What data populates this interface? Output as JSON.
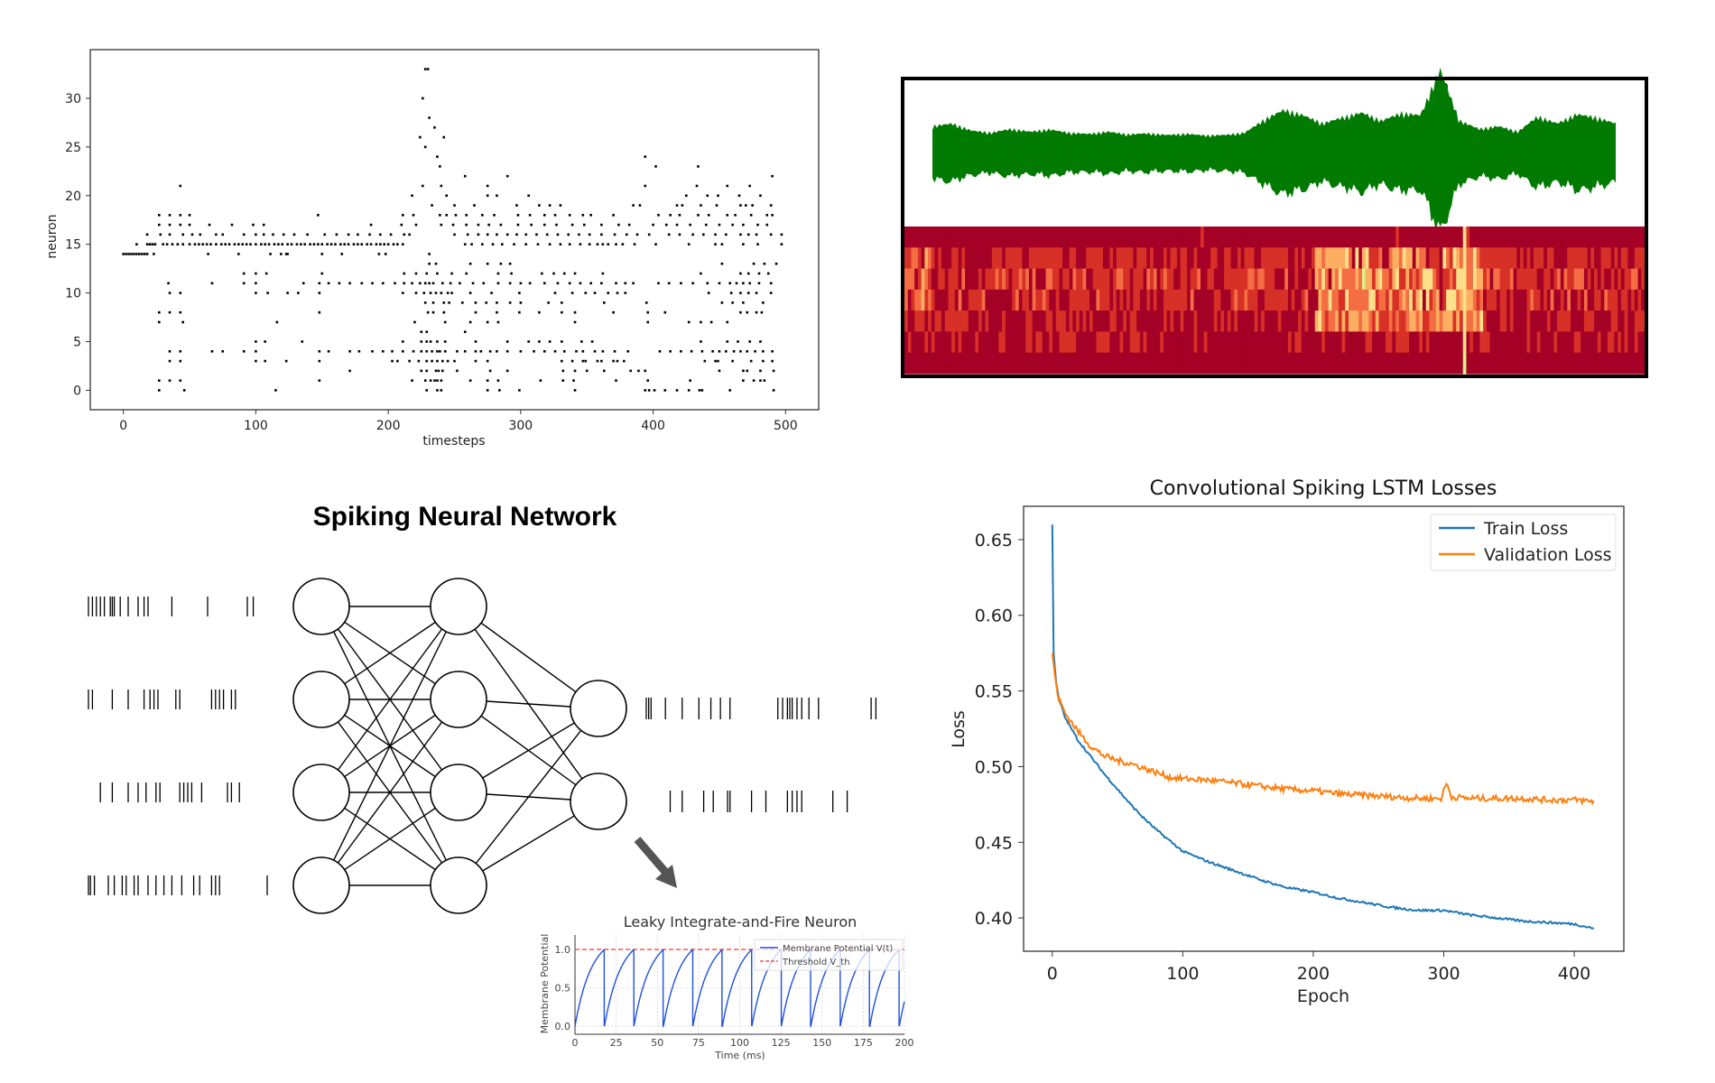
{
  "title": "Spiking Neural Network",
  "colors": {
    "train": "#1f77b4",
    "validation": "#ff7f0e",
    "wave": "#007a00",
    "lif": "#1f4fe0",
    "threshold": "#ff3030",
    "arrow": "#555555"
  },
  "chart_data": [
    {
      "id": "raster",
      "type": "scatter",
      "title": "",
      "xlabel": "timesteps",
      "ylabel": "neuron",
      "xlim": [
        -25,
        525
      ],
      "ylim": [
        -2,
        35
      ],
      "xticks": [
        "0",
        "100",
        "200",
        "300",
        "400",
        "500"
      ],
      "yticks": [
        "0",
        "5",
        "10",
        "15",
        "20",
        "25",
        "30"
      ],
      "spikes_by_neuron": {
        "0": [
          27,
          46,
          115,
          229,
          237,
          240,
          275,
          284,
          299,
          341,
          394,
          397,
          401,
          409,
          418,
          427,
          435,
          437,
          458,
          491
        ],
        "1": [
          27,
          35,
          43,
          148,
          218,
          228,
          232,
          235,
          237,
          240,
          262,
          275,
          283,
          315,
          332,
          340,
          372,
          396,
          428,
          468,
          476,
          481,
          484
        ],
        "2": [
          171,
          225,
          229,
          236,
          238,
          241,
          252,
          277,
          290,
          332,
          341,
          350,
          363,
          383,
          389,
          394,
          450,
          468,
          471,
          481,
          491
        ],
        "3": [
          35,
          43,
          100,
          107,
          123,
          148,
          203,
          207,
          216,
          223,
          229,
          233,
          237,
          241,
          245,
          250,
          266,
          275,
          331,
          339,
          347,
          349,
          358,
          361,
          370,
          373,
          378,
          439,
          447,
          449,
          460,
          474,
          483,
          490
        ],
        "4": [
          35,
          43,
          67,
          75,
          91,
          100,
          148,
          155,
          171,
          178,
          188,
          196,
          203,
          211,
          219,
          225,
          229,
          233,
          237,
          239,
          243,
          252,
          258,
          266,
          270,
          277,
          282,
          290,
          300,
          310,
          318,
          326,
          333,
          342,
          347,
          356,
          362,
          371,
          381,
          405,
          413,
          421,
          429,
          437,
          445,
          450,
          455,
          461,
          466,
          471,
          477,
          483,
          490
        ],
        "5": [
          100,
          107,
          135,
          211,
          225,
          229,
          232,
          237,
          243,
          266,
          290,
          306,
          314,
          322,
          331,
          346,
          354,
          436,
          456,
          464,
          473,
          481
        ],
        "6": [
          225,
          229,
          258
        ],
        "7": [
          27,
          45,
          116,
          220,
          243,
          262,
          275,
          283,
          341,
          396,
          427,
          436,
          444,
          456
        ],
        "8": [
          27,
          35,
          43,
          148,
          230,
          234,
          242,
          266,
          282,
          299,
          314,
          331,
          341,
          370,
          396,
          409,
          466,
          471,
          478,
          482
        ],
        "9": [
          228,
          234,
          242,
          246,
          256,
          266,
          274,
          282,
          292,
          300,
          321,
          331,
          363,
          395,
          452,
          460,
          468,
          483
        ],
        "10": [
          35,
          43,
          100,
          109,
          124,
          132,
          148,
          211,
          221,
          227,
          232,
          236,
          240,
          245,
          248,
          262,
          278,
          299,
          326,
          339,
          349,
          356,
          366,
          373,
          379,
          442,
          459,
          466,
          472,
          478,
          489
        ],
        "11": [
          34,
          67,
          91,
          100,
          136,
          148,
          155,
          163,
          171,
          180,
          188,
          196,
          205,
          212,
          218,
          224,
          228,
          231,
          234,
          241,
          247,
          254,
          264,
          272,
          283,
          292,
          300,
          307,
          318,
          328,
          337,
          345,
          353,
          361,
          372,
          379,
          385,
          404,
          412,
          421,
          430,
          441,
          450,
          458,
          463,
          468,
          473,
          480,
          489
        ],
        "12": [
          91,
          100,
          108,
          150,
          212,
          221,
          229,
          237,
          248,
          259,
          283,
          293,
          316,
          325,
          333,
          341,
          362,
          436,
          466,
          472,
          480,
          487
        ],
        "13": [
          231,
          236,
          262,
          275,
          285,
          292,
          452,
          476,
          484,
          493
        ],
        "14": [
          0,
          2,
          4,
          6,
          8,
          10,
          12,
          14,
          16,
          18,
          23,
          64,
          87,
          111,
          119,
          123,
          124,
          150,
          165,
          193,
          198,
          231
        ],
        "15": [
          10,
          18,
          20,
          22,
          24,
          30,
          33,
          37,
          41,
          45,
          50,
          54,
          57,
          60,
          63,
          66,
          70,
          74,
          77,
          80,
          84,
          87,
          90,
          93,
          96,
          100,
          104,
          107,
          110,
          114,
          117,
          120,
          124,
          127,
          131,
          134,
          137,
          141,
          144,
          147,
          150,
          154,
          157,
          160,
          164,
          167,
          170,
          174,
          177,
          180,
          184,
          187,
          191,
          194,
          197,
          200,
          204,
          207,
          211,
          258,
          263,
          271,
          279,
          286,
          295,
          304,
          313,
          322,
          330,
          337,
          345,
          352,
          358,
          362,
          366,
          372,
          377,
          386,
          402,
          427,
          447,
          452,
          468,
          479,
          497
        ],
        "16": [
          18,
          28,
          35,
          45,
          52,
          58,
          70,
          75,
          91,
          100,
          106,
          113,
          121,
          129,
          139,
          152,
          161,
          170,
          177,
          186,
          194,
          202,
          212,
          216,
          250,
          260,
          268,
          275,
          282,
          290,
          297,
          304,
          312,
          320,
          328,
          336,
          344,
          352,
          361,
          371,
          380,
          388,
          397,
          412,
          420,
          430,
          438,
          447,
          455,
          466,
          472,
          478,
          489,
          497
        ],
        "17": [
          27,
          35,
          43,
          50,
          65,
          82,
          98,
          106,
          187,
          210,
          221,
          240,
          249,
          259,
          268,
          276,
          285,
          298,
          308,
          318,
          327,
          339,
          348,
          361,
          374,
          382,
          400,
          410,
          418,
          428,
          440,
          450,
          460,
          468,
          479,
          486
        ],
        "18": [
          27,
          35,
          43,
          50,
          147,
          211,
          219,
          239,
          244,
          251,
          259,
          271,
          280,
          298,
          307,
          318,
          326,
          337,
          347,
          353,
          370,
          404,
          413,
          420,
          434,
          442,
          456,
          462,
          474,
          486,
          490
        ],
        "19": [
          233,
          250,
          265,
          297,
          314,
          322,
          330,
          385,
          390,
          418,
          422,
          436,
          448,
          466,
          470,
          475,
          489
        ],
        "20": [
          218,
          244,
          275,
          282,
          306,
          425,
          441,
          449,
          465,
          481
        ],
        "21": [
          43,
          226,
          240,
          275,
          394,
          433,
          456,
          473
        ],
        "22": [
          258,
          290,
          490
        ],
        "23": [
          239,
          402,
          434
        ],
        "24": [
          237,
          394
        ],
        "25": [
          228
        ],
        "26": [
          224,
          242
        ],
        "27": [
          235
        ],
        "28": [
          231
        ],
        "30": [
          226
        ],
        "33": [
          228,
          230
        ]
      }
    },
    {
      "id": "eeg-heatmap",
      "type": "heatmap",
      "rows": 7,
      "columns": 220,
      "colormap": [
        "#a50026",
        "#d73027",
        "#f46d43",
        "#fdae61",
        "#fee08b",
        "#d9ef8b",
        "#91cf60"
      ],
      "row_activity": [
        0.15,
        0.3,
        0.4,
        0.35,
        0.25,
        0.2,
        0.1
      ],
      "burst_region": [
        0.55,
        0.78
      ],
      "peak_column_fraction": 0.755,
      "waveform_envelope": [
        0.5,
        0.55,
        0.42,
        0.38,
        0.45,
        0.4,
        0.44,
        0.38,
        0.36,
        0.4,
        0.35,
        0.37,
        0.34,
        0.36,
        0.33,
        0.34,
        0.38,
        0.62,
        0.8,
        0.7,
        0.55,
        0.66,
        0.75,
        0.6,
        0.74,
        0.7,
        1.55,
        0.6,
        0.45,
        0.5,
        0.4,
        0.68,
        0.55,
        0.72,
        0.66,
        0.55
      ]
    },
    {
      "id": "lif",
      "type": "line",
      "title": "Leaky Integrate-and-Fire Neuron",
      "xlabel": "Time (ms)",
      "ylabel": "Membrane Potential",
      "xlim": [
        0,
        200
      ],
      "ylim": [
        -0.1,
        1.2
      ],
      "xticks": [
        "0",
        "25",
        "50",
        "75",
        "100",
        "125",
        "150",
        "175",
        "200"
      ],
      "yticks": [
        "0.0",
        "0.5",
        "1.0"
      ],
      "threshold": 1.0,
      "spike_period_ms": 17.9,
      "tau_ms": 10,
      "legend": [
        "Membrane Potential V(t)",
        "Threshold V_th"
      ],
      "legend_placement": "top-right"
    },
    {
      "id": "losses",
      "type": "line",
      "title": "Convolutional Spiking LSTM Losses",
      "xlabel": "Epoch",
      "ylabel": "Loss",
      "xlim": [
        -22,
        438
      ],
      "ylim": [
        0.378,
        0.672
      ],
      "xticks": [
        "0",
        "100",
        "200",
        "300",
        "400"
      ],
      "yticks": [
        "0.40",
        "0.45",
        "0.50",
        "0.55",
        "0.60",
        "0.65"
      ],
      "legend_placement": "top-right",
      "series": [
        {
          "name": "Train Loss",
          "x": [
            0,
            1,
            3,
            5,
            10,
            20,
            30,
            40,
            50,
            60,
            70,
            80,
            90,
            100,
            120,
            140,
            160,
            180,
            200,
            220,
            240,
            260,
            280,
            300,
            320,
            340,
            360,
            380,
            400,
            415
          ],
          "values": [
            0.66,
            0.575,
            0.555,
            0.545,
            0.532,
            0.517,
            0.506,
            0.495,
            0.485,
            0.475,
            0.466,
            0.458,
            0.451,
            0.444,
            0.437,
            0.431,
            0.425,
            0.42,
            0.417,
            0.413,
            0.41,
            0.407,
            0.405,
            0.405,
            0.402,
            0.4,
            0.398,
            0.397,
            0.396,
            0.393
          ]
        },
        {
          "name": "Validation Loss",
          "x": [
            0,
            3,
            5,
            10,
            20,
            30,
            40,
            50,
            60,
            70,
            80,
            90,
            100,
            120,
            140,
            160,
            180,
            200,
            220,
            240,
            260,
            280,
            298,
            302,
            306,
            320,
            340,
            360,
            380,
            400,
            415
          ],
          "values": [
            0.575,
            0.553,
            0.545,
            0.535,
            0.523,
            0.513,
            0.507,
            0.504,
            0.502,
            0.499,
            0.496,
            0.493,
            0.492,
            0.491,
            0.489,
            0.487,
            0.485,
            0.484,
            0.482,
            0.481,
            0.48,
            0.479,
            0.479,
            0.489,
            0.48,
            0.479,
            0.479,
            0.479,
            0.478,
            0.478,
            0.477
          ]
        }
      ]
    }
  ],
  "network": {
    "layers": [
      4,
      4,
      2
    ],
    "input_spike_trains": [
      [
        0,
        2,
        4,
        6,
        8,
        11,
        12,
        13,
        16,
        20,
        25,
        28,
        30,
        42,
        60,
        80,
        83
      ],
      [
        0,
        2,
        12,
        20,
        28,
        31,
        33,
        35,
        44,
        46,
        62,
        64,
        66,
        68,
        72,
        74
      ],
      [
        6,
        12,
        20,
        25,
        29,
        34,
        36,
        46,
        48,
        50,
        52,
        57,
        70,
        72,
        76
      ],
      [
        0,
        1,
        3,
        10,
        13,
        17,
        19,
        23,
        25,
        30,
        34,
        38,
        42,
        47,
        53,
        56,
        62,
        64,
        66,
        90
      ]
    ],
    "output_spike_trains": [
      [
        0,
        1,
        2,
        8,
        15,
        22,
        27,
        31,
        35,
        55,
        57,
        59,
        60,
        61,
        63,
        65,
        68,
        72,
        94,
        96
      ],
      [
        10,
        15,
        24,
        28,
        34,
        35,
        44,
        50,
        59,
        61,
        63,
        65,
        78,
        84
      ]
    ]
  }
}
